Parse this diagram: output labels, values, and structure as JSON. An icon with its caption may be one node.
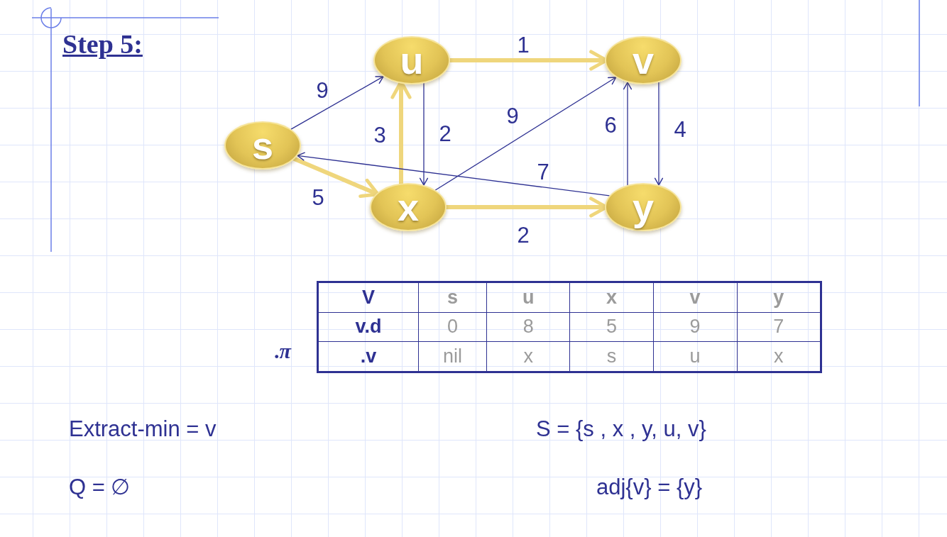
{
  "diagram": {
    "nodes": [
      {
        "text": [
          "u"
        ]
      },
      {
        "text": [
          "v"
        ]
      },
      {
        "text": [
          "s"
        ]
      },
      {
        "text": [
          "x"
        ]
      },
      {
        "text": [
          "y"
        ]
      }
    ],
    "edges": [
      {
        "from": 2,
        "to": 0,
        "arrow": "to",
        "label": "9"
      },
      {
        "from": 2,
        "to": 3,
        "arrow": "to",
        "label": "5",
        "style": "thick",
        "color": "#efd67c"
      },
      {
        "from": 3,
        "to": 0,
        "arrow": "to",
        "label": "3",
        "style": "thick",
        "color": "#efd67c"
      },
      {
        "from": 0,
        "to": 3,
        "arrow": "to",
        "label": "2"
      },
      {
        "from": 0,
        "to": 1,
        "arrow": "to",
        "label": "1",
        "style": "thick",
        "color": "#efd67c"
      },
      {
        "from": 3,
        "to": 1,
        "arrow": "to",
        "label": "9"
      },
      {
        "from": 3,
        "to": 4,
        "arrow": "to",
        "label": "2",
        "style": "thick",
        "color": "#efd67c"
      },
      {
        "from": 4,
        "to": 2,
        "arrow": "to",
        "label": "7"
      },
      {
        "from": 4,
        "to": 1,
        "arrow": "to",
        "label": "6"
      },
      {
        "from": 1,
        "to": 4,
        "arrow": "to",
        "label": "4"
      }
    ],
    "labels": [
      "Step 5:",
      ".*π*",
      "V",
      "s",
      "u",
      "x",
      "v",
      "y",
      "v.d",
      "0",
      "8",
      "5",
      "9",
      "7",
      ".v",
      "nil",
      "x",
      "s",
      "u",
      "x",
      "Extract-min = v",
      "S = {s , x , y, u, v}",
      "Q =  ∅",
      "adj{v} = {y}"
    ]
  }
}
